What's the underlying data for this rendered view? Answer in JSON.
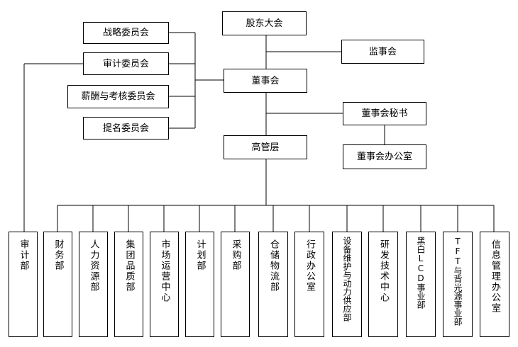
{
  "top": {
    "shareholders": "股东大会",
    "supervisors": "监事会",
    "board": "董事会",
    "board_secretary": "董事会秘书",
    "board_office": "董事会办公室",
    "management": "高管层"
  },
  "committees": [
    "战略委员会",
    "审计委员会",
    "薪酬与考核委员会",
    "提名委员会"
  ],
  "departments": [
    "审计部",
    "财务部",
    "人力资源部",
    "集团品质部",
    "市场运营中心",
    "计划部",
    "采购部",
    "仓储物流部",
    "行政办公室",
    "设备维护与动力供应部",
    "研发技术中心",
    "黑白LCD事业部",
    "TFT与背光源事业部",
    "信息管理办公室"
  ]
}
